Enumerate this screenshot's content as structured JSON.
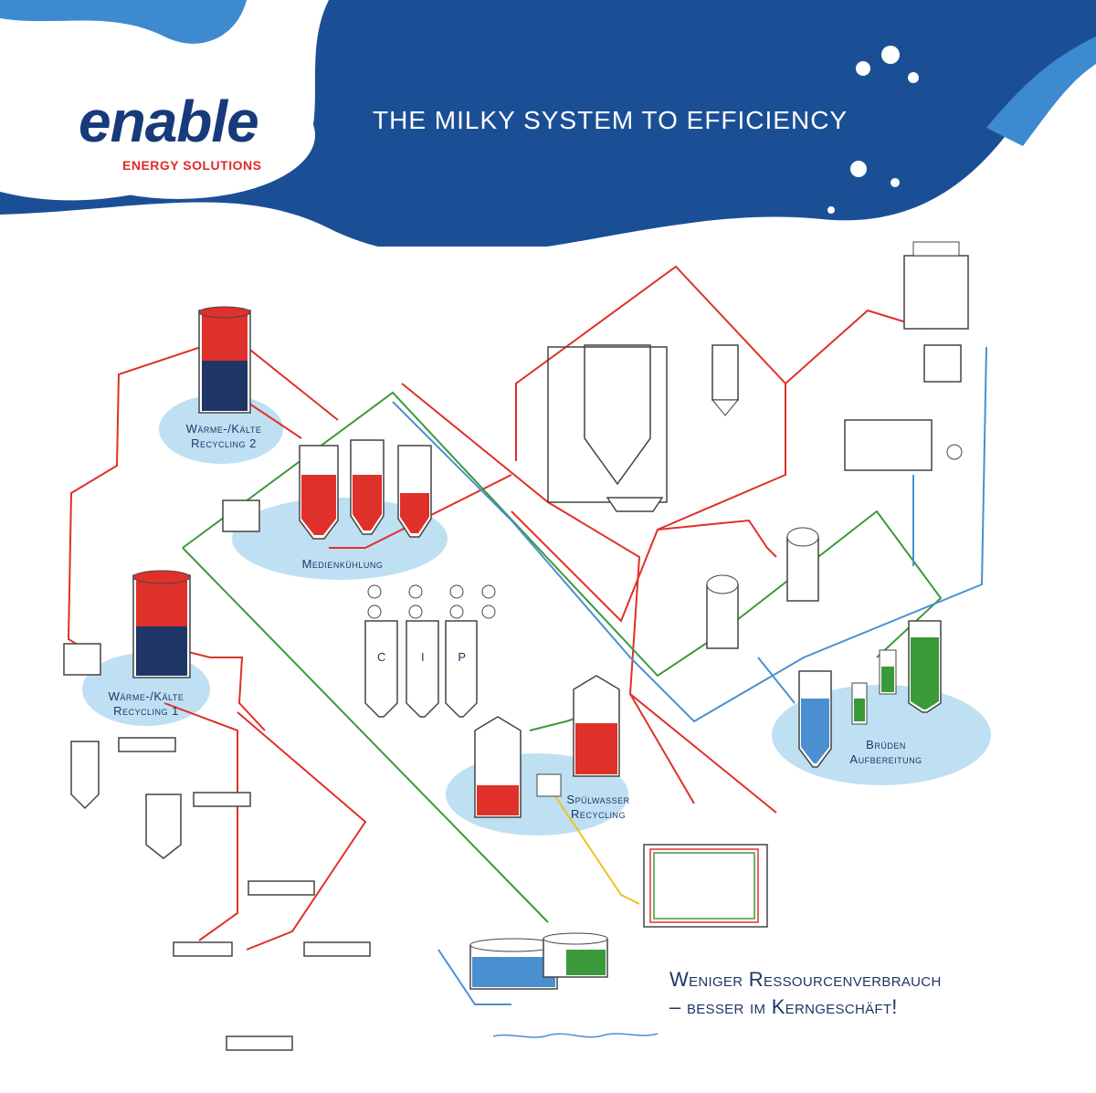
{
  "header": {
    "title": "THE MILKY SYSTEM TO EFFICIENCY",
    "logo_word": "enable",
    "logo_subtitle": "ENERGY SOLUTIONS"
  },
  "labels": {
    "recycling2": [
      "Wärme-/Kälte",
      "Recycling 2"
    ],
    "recycling1": [
      "Wärme-/Kälte",
      "Recycling 1"
    ],
    "medienkuehlung": "Medienkühlung",
    "spuelwasser": [
      "Spülwasser",
      "Recycling"
    ],
    "brueden": [
      "Brüden",
      "Aufbereitung"
    ],
    "cip": [
      "C",
      "I",
      "P"
    ]
  },
  "tagline": [
    "Weniger Ressourcenverbrauch",
    "– besser im Kerngeschäft!"
  ],
  "colors": {
    "dark_blue": "#1b4f95",
    "light_blue": "#3d8ad0",
    "red": "#e0302a",
    "green": "#3a9a3a",
    "blue_line": "#4a90d0",
    "yellow_line": "#f0c020",
    "navy": "#1f3566",
    "bubble": "#bfe0f2"
  }
}
